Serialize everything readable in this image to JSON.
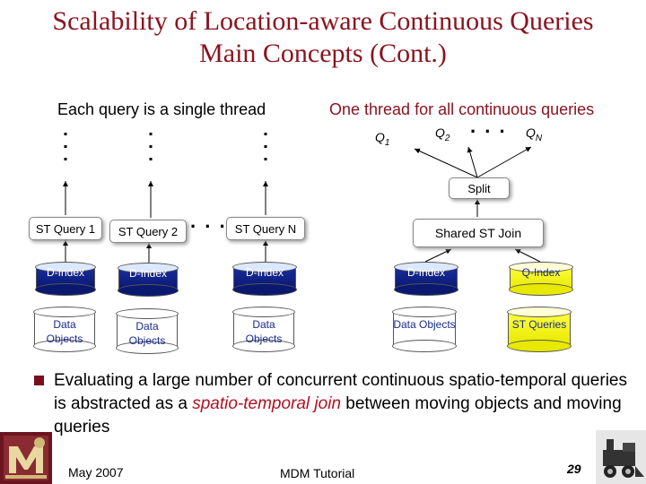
{
  "title": {
    "line1": "Scalability of Location-aware Continuous Queries",
    "line2": "Main Concepts (Cont.)"
  },
  "left_panel": {
    "caption": "Each query is a single thread",
    "queries": [
      "ST Query 1",
      "ST Query 2",
      "ST Query N"
    ],
    "dindex_label": "D-Index",
    "data_objects_label": "Data Objects"
  },
  "right_panel": {
    "caption": "One thread for all continuous queries",
    "q_labels": [
      {
        "name": "Q",
        "sub": "1"
      },
      {
        "name": "Q",
        "sub": "2"
      },
      {
        "name": "Q",
        "sub": "N"
      }
    ],
    "split_label": "Split",
    "join_label": "Shared ST Join",
    "dindex_label": "D-Index",
    "qindex_label": "Q-Index",
    "data_objects_label": "Data Objects",
    "st_queries_label": "ST Queries"
  },
  "ellipsis": ". . .",
  "bullet": {
    "before": "Evaluating a large number of concurrent continuous spatio-temporal queries is abstracted as a ",
    "highlight": "spatio-temporal join",
    "after": " between moving objects and moving queries"
  },
  "footer": {
    "date": "May 2007",
    "center": "MDM Tutorial",
    "page_number": "29"
  },
  "colors": {
    "title": "#8a1420",
    "accent_red": "#b01020",
    "dindex_blue": "#1a2d9e",
    "qindex_yellow": "#ffff40"
  },
  "icons": [
    "university-logo-icon",
    "purdue-train-logo-icon"
  ]
}
